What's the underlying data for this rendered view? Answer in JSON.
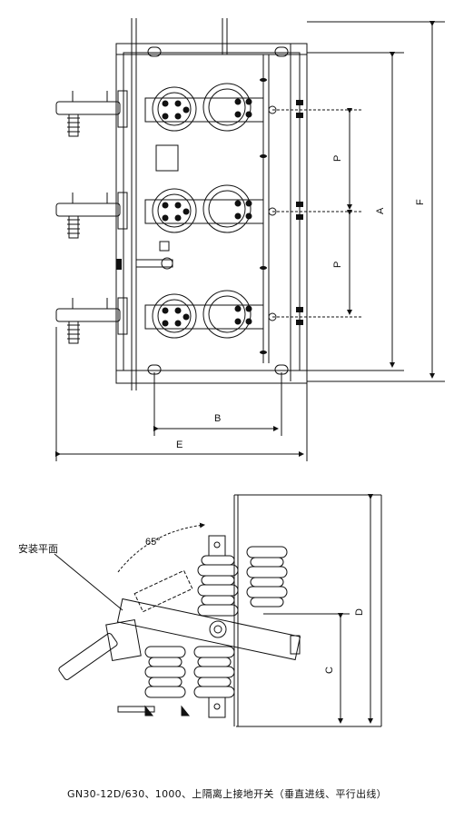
{
  "top_view": {
    "dimensions": {
      "p_upper": "P",
      "p_lower": "P",
      "a": "A",
      "f": "F",
      "b": "B",
      "e": "E"
    }
  },
  "side_view": {
    "angle_label": "65°",
    "mount_plane_label": "安装平面",
    "dimensions": {
      "c": "C",
      "d": "D"
    }
  },
  "caption": "GN30-12D/630、1000、上隔离上接地开关（垂直进线、平行出线）",
  "colors": {
    "line": "#111111",
    "background": "#ffffff"
  }
}
